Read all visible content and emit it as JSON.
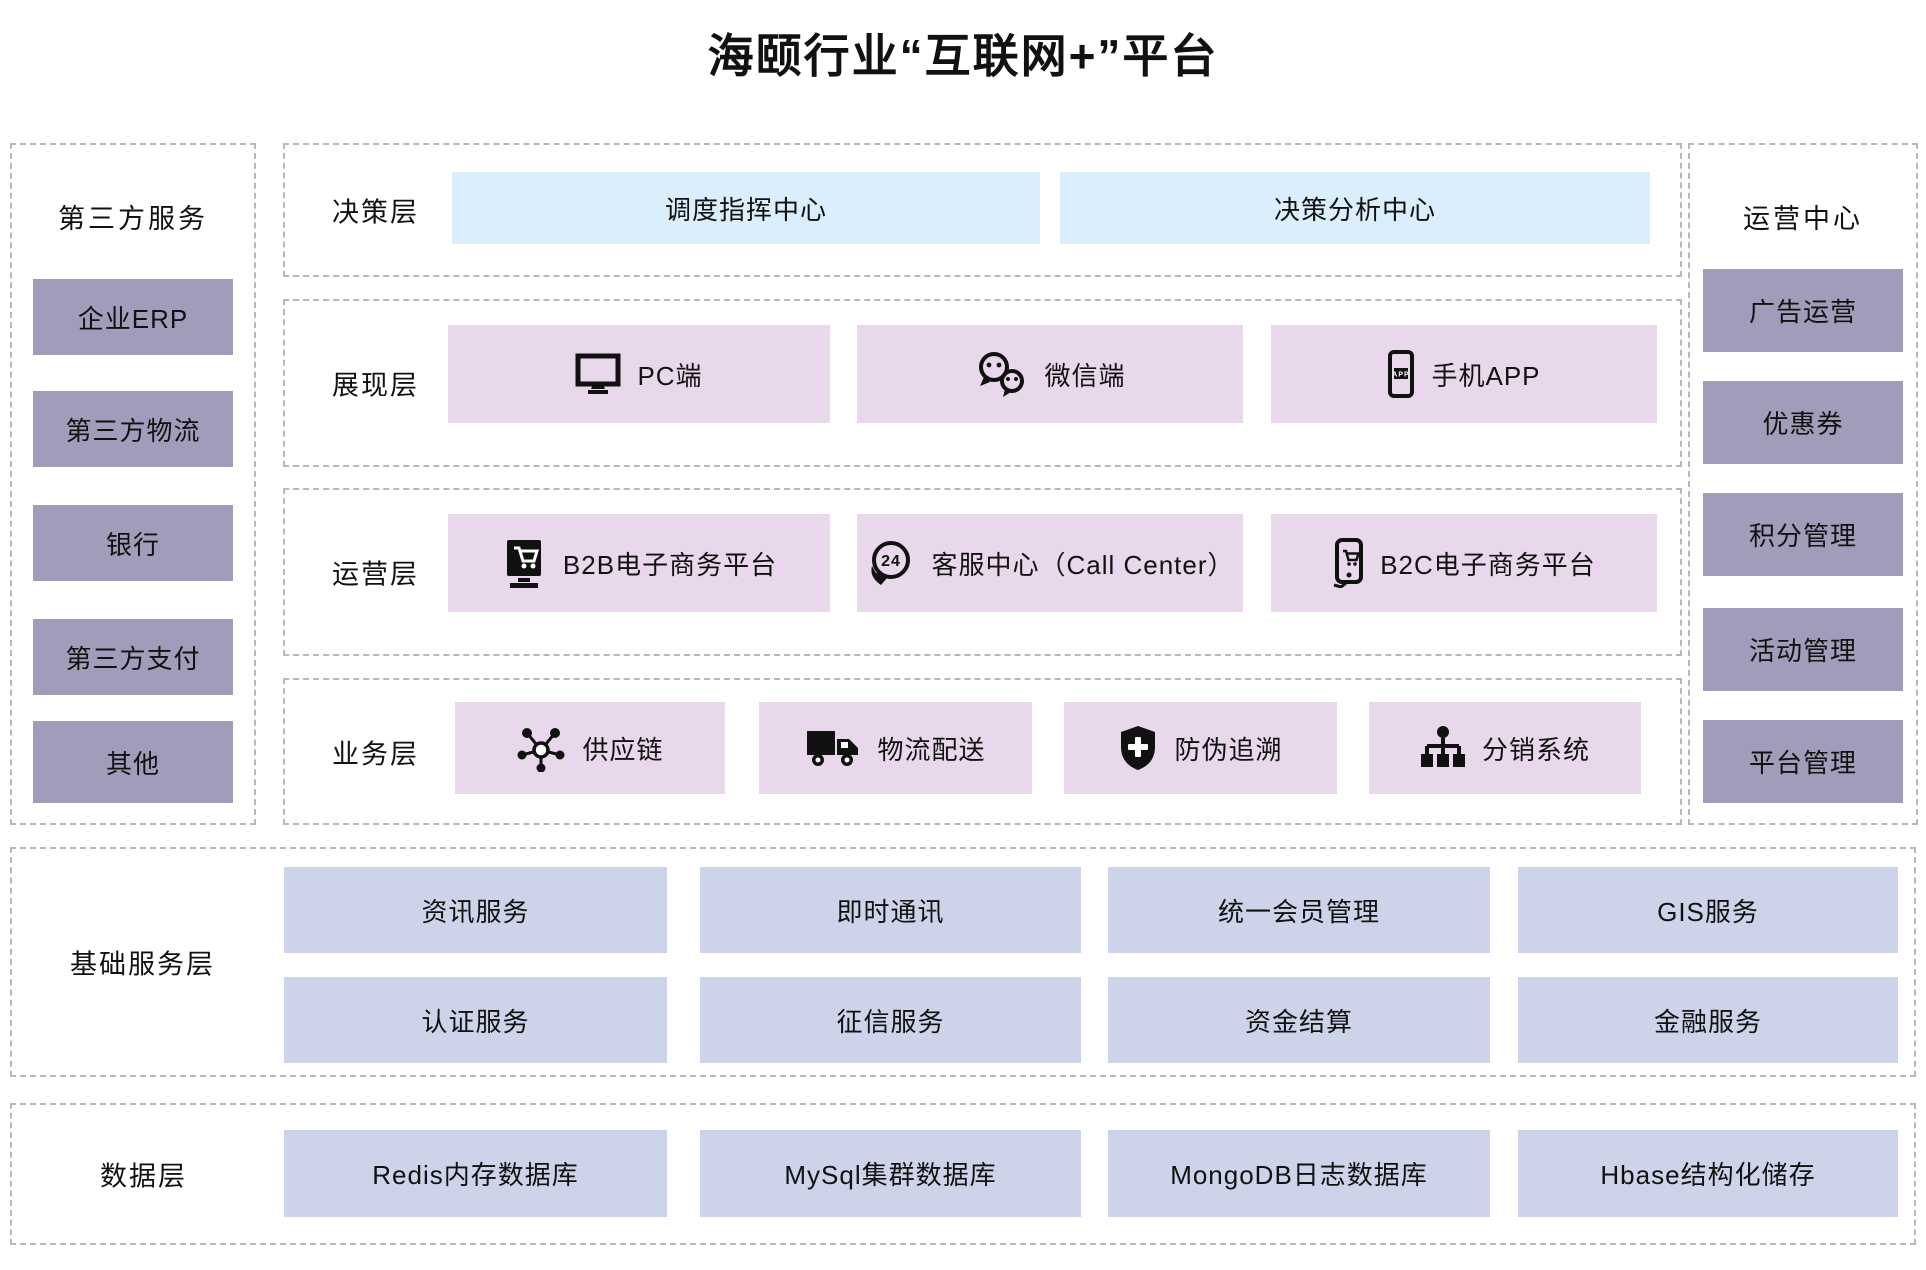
{
  "title": "海颐行业“互联网+”平台",
  "left_panel": {
    "title": "第三方服务",
    "items": [
      "企业ERP",
      "第三方物流",
      "银行",
      "第三方支付",
      "其他"
    ]
  },
  "right_panel": {
    "title": "运营中心",
    "items": [
      "广告运营",
      "优惠券",
      "积分管理",
      "活动管理",
      "平台管理"
    ]
  },
  "middle_layers": [
    {
      "label": "决策层",
      "items": [
        {
          "text": "调度指挥中心"
        },
        {
          "text": "决策分析中心"
        }
      ]
    },
    {
      "label": "展现层",
      "items": [
        {
          "text": "PC端",
          "icon": "monitor-icon"
        },
        {
          "text": "微信端",
          "icon": "wechat-icon"
        },
        {
          "text": "手机APP",
          "icon": "mobile-app-icon"
        }
      ]
    },
    {
      "label": "运营层",
      "items": [
        {
          "text": "B2B电子商务平台",
          "icon": "b2b-ecommerce-icon"
        },
        {
          "text": "客服中心（Call Center）",
          "icon": "callcenter-24h-icon"
        },
        {
          "text": "B2C电子商务平台",
          "icon": "b2c-ecommerce-icon"
        }
      ]
    },
    {
      "label": "业务层",
      "items": [
        {
          "text": "供应链",
          "icon": "supply-chain-icon"
        },
        {
          "text": "物流配送",
          "icon": "delivery-truck-icon"
        },
        {
          "text": "防伪追溯",
          "icon": "anti-counterfeit-shield-icon"
        },
        {
          "text": "分销系统",
          "icon": "distribution-system-icon"
        }
      ]
    }
  ],
  "base_service_layer": {
    "label": "基础服务层",
    "row1": [
      "资讯服务",
      "即时通讯",
      "统一会员管理",
      "GIS服务"
    ],
    "row2": [
      "认证服务",
      "征信服务",
      "资金结算",
      "金融服务"
    ]
  },
  "data_layer": {
    "label": "数据层",
    "items": [
      "Redis内存数据库",
      "MySql集群数据库",
      "MongoDB日志数据库",
      "Hbase结构化储存"
    ]
  },
  "colors": {
    "sidebar_box": "#a39bba",
    "decision_box": "#daeefb",
    "pink_box": "#e9d7eb",
    "service_box": "#cdd3e9",
    "dash_border": "#b8b8b8",
    "text": "#111111"
  }
}
